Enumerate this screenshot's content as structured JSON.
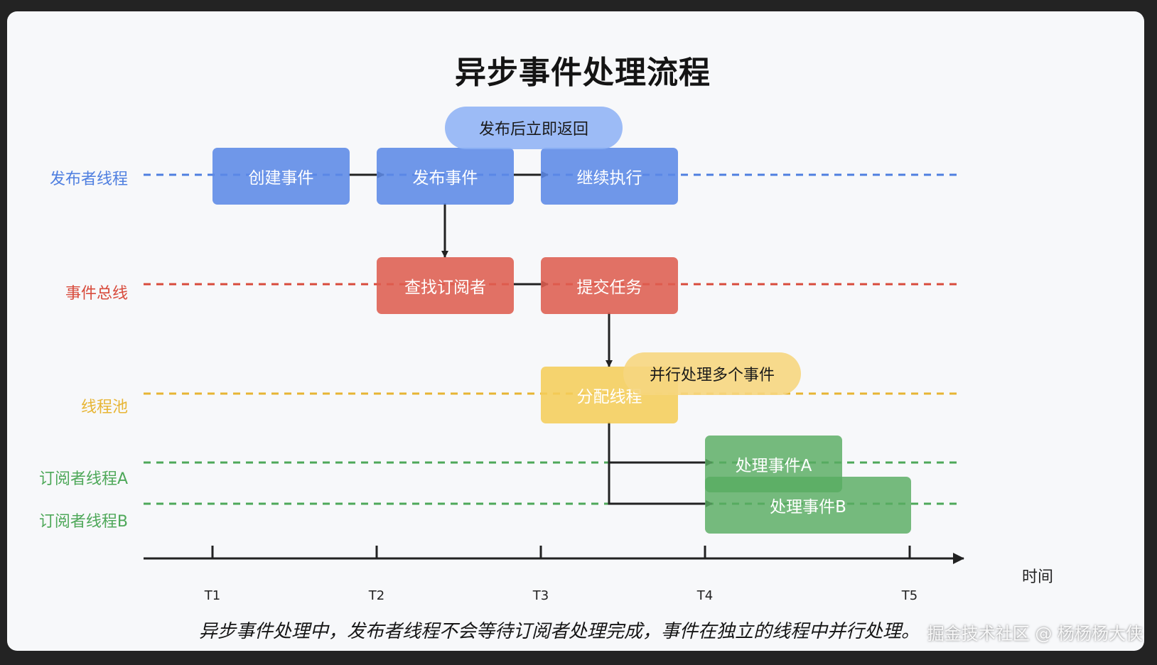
{
  "title": "异步事件处理流程",
  "lanes": {
    "publisher": "发布者线程",
    "event_bus": "事件总线",
    "thread_pool": "线程池",
    "subscriber_a": "订阅者线程A",
    "subscriber_b": "订阅者线程B"
  },
  "nodes": {
    "create_event": "创建事件",
    "publish_event": "发布事件",
    "continue_exec": "继续执行",
    "find_subscribers": "查找订阅者",
    "submit_task": "提交任务",
    "assign_thread": "分配线程",
    "handle_a": "处理事件A",
    "handle_b": "处理事件B"
  },
  "notes": {
    "return_immediately": "发布后立即返回",
    "parallel": "并行处理多个事件"
  },
  "timeline": {
    "ticks": [
      "T1",
      "T2",
      "T3",
      "T4",
      "T5"
    ],
    "axis_label": "时间"
  },
  "caption": "异步事件处理中，发布者线程不会等待订阅者处理完成，事件在独立的线程中并行处理。",
  "watermark": "掘金技术社区 @ 杨杨杨大侠",
  "colors": {
    "publisher": "#4f7fe0",
    "event_bus": "#d84b3c",
    "thread_pool": "#e7b534",
    "subscriber": "#4ea859"
  }
}
